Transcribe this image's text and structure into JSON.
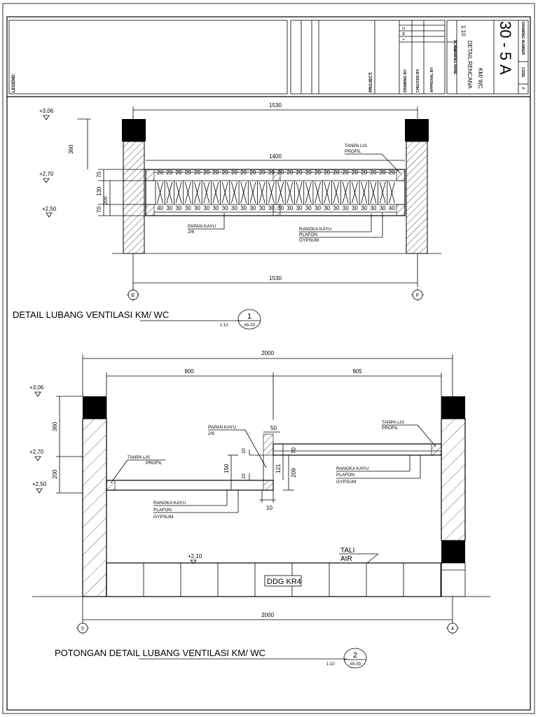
{
  "title_block": {
    "legend_label": "LEGEND:",
    "project_label": "PROJECT:",
    "drawn_by_label": "DRAWING BY:",
    "checked_by_label": "CHECKED BY:",
    "approval_by_label": "APPROVAL BY:",
    "revision_cols": [
      "D",
      "M",
      "Y"
    ],
    "scale_label": "SCALE",
    "scale_value": "1:10",
    "drawing_name_label": "DRAWING NAME",
    "drawing_name_line1": "KM/ WC",
    "drawing_name_line2": "DETAIL RENCANA",
    "drawing_number_label": "DRAWING NUMBER",
    "drawing_number": "30 - 5",
    "rev_letter": "A",
    "code_label": "CODE",
    "code_value": "A"
  },
  "detail1": {
    "title": "DETAIL LUBANG VENTILASI KM/ WC",
    "number": "1",
    "scale": "1:10",
    "sheet_ref": "A5-03",
    "levels": [
      "+3,06",
      "+2,70",
      "+2,50"
    ],
    "dims": {
      "top": "1530",
      "inner": "1400",
      "bottom": "1530",
      "v360": "360",
      "v70a": "70",
      "v130": "130",
      "v70b": "70",
      "v200": "200"
    },
    "grid": [
      "E",
      "F"
    ],
    "rafter_top_values": [
      "20",
      "20",
      "20",
      "20",
      "20",
      "20",
      "20",
      "20",
      "20",
      "20",
      "20",
      "20",
      "20",
      "20",
      "20",
      "20",
      "20",
      "20",
      "20",
      "20",
      "20",
      "20",
      "20",
      "20",
      "20",
      "20"
    ],
    "rafter_bottom_values": [
      "40",
      "30",
      "30",
      "30",
      "30",
      "30",
      "30",
      "30",
      "30",
      "30",
      "30",
      "30",
      "30",
      "30",
      "30",
      "30",
      "30",
      "30",
      "30",
      "30",
      "30",
      "30",
      "30",
      "30",
      "30",
      "40"
    ],
    "notes": {
      "tanpa_lis": "TANPA LIS",
      "profil": "PROFIL",
      "papan_kayu": "PAPAN KAYU",
      "papan_size": "2/6",
      "rangka_kayu": "RANGKA KAYU",
      "plafon": "PLAFON",
      "gypsum": "GYPSUM"
    }
  },
  "detail2": {
    "title": "POTONGAN DETAIL LUBANG VENTILASI KM/ WC",
    "number": "2",
    "scale": "1:10",
    "sheet_ref": "A5-03",
    "levels": [
      "+3,06",
      "+2,70",
      "+2,50",
      "+2,10"
    ],
    "dims": {
      "top": "2000",
      "left": "900",
      "right": "905",
      "bottom": "2000",
      "v360": "360",
      "v200": "200",
      "d50": "50",
      "d10a": "10",
      "d150": "150",
      "d10b": "10",
      "d121": "121",
      "d209": "209",
      "d70": "70",
      "d10c": "10"
    },
    "grid": [
      "5",
      "4"
    ],
    "notes": {
      "papan_kayu": "PAPAN KAYU",
      "papan_size": "2/6",
      "tanpa_lis_l": "TANPA LIS",
      "profil_l": "PROFIL",
      "tanpa_lis_r": "TANPA LIS",
      "profil_r": "PROFIL",
      "rangka_kayu_l": "RANGKA KAYU",
      "plafon_l": "PLAFON",
      "gypsum_l": "GYPSUM",
      "rangka_kayu_r": "RANGKA KAYU",
      "plafon_r": "PLAFON",
      "gypsum_r": "GYPSUM",
      "tali": "TALI",
      "air": "AIR",
      "ddg_tag": "DDG KR4"
    }
  }
}
